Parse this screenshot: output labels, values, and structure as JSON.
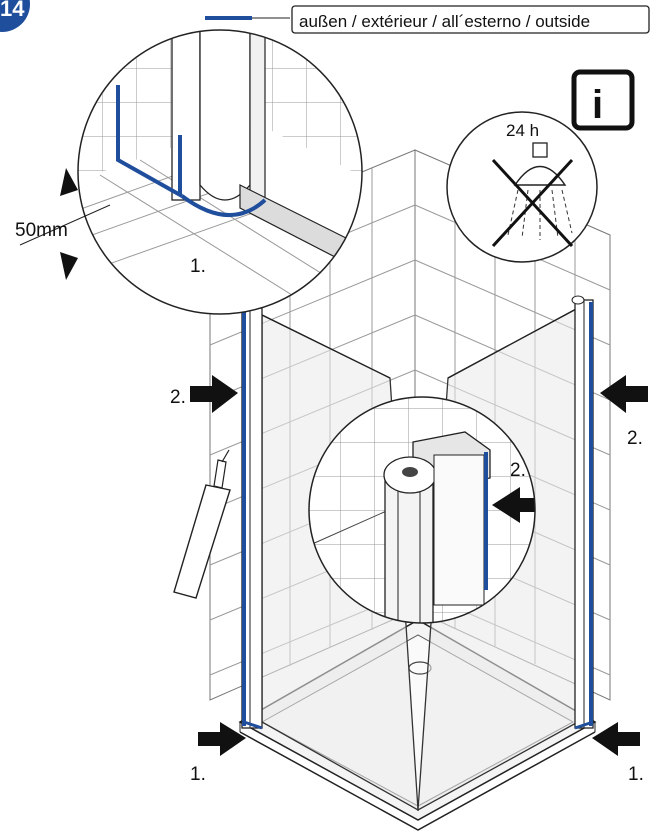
{
  "step": {
    "number": "14"
  },
  "legend": {
    "text": "außen / extérieur / all´esterno / outside",
    "line_color": "#1f4e9c"
  },
  "info": {
    "glyph": "i",
    "time": "24 h"
  },
  "labels": {
    "detail_top_step": "1.",
    "dimension": "50mm",
    "left_arrow_step": "2.",
    "right_arrow_step": "2.",
    "inner_detail_step": "2.",
    "bottom_left_step": "1.",
    "bottom_right_step": "1."
  },
  "icons": [
    "shower-head-icon",
    "no-shower-icon",
    "info-icon",
    "silicone-tube-icon",
    "press-arrow-icon"
  ],
  "colors": {
    "seal": "#1f4e9c",
    "line": "#222222",
    "tile": "#9a9a9a",
    "badge": "#1f4e9c"
  }
}
